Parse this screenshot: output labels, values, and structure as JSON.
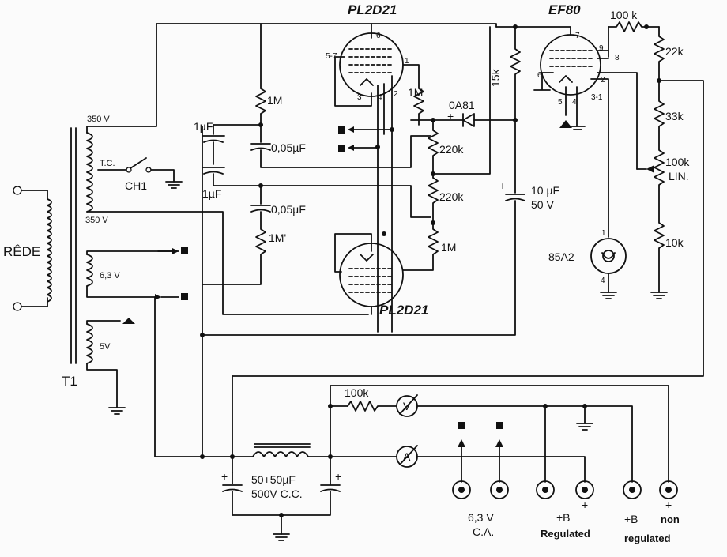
{
  "tubes": {
    "top": "PL2D21",
    "bottom": "PL2D21",
    "ef": "EF80",
    "regulator": "85A2",
    "diode": "0A81"
  },
  "transformer": {
    "name": "T1",
    "mains": "RÊDE",
    "hv_top": "350 V",
    "hv_bottom": "350 V",
    "center_tap": "T.C.",
    "switch": "CH1",
    "fil1": "6,3 V",
    "fil2": "5V"
  },
  "components": {
    "r_1m_a": "1M",
    "r_1m_b": "1M",
    "r_1m_c": "1M'",
    "r_1m_d": "1M",
    "r_220k_a": "220k",
    "r_220k_b": "220k",
    "r_15k": "15k",
    "r_100k_top": "100 k",
    "r_22k": "22k",
    "r_33k": "33k",
    "r_100k_lin_a": "100k",
    "r_100k_lin_b": "LIN.",
    "r_10k": "10k",
    "r_100k_meter": "100k",
    "c_1uf_a": "1µF",
    "c_1uf_b": "1µF",
    "c_005_a": "0,05µF",
    "c_005_b": "0,05µF",
    "c_10uf_a": "10 µF",
    "c_10uf_b": "50 V",
    "c_filter_a": "50+50µF",
    "c_filter_b": "500V C.C.",
    "meter_v": "V",
    "meter_a": "A"
  },
  "pins": {
    "p6": "6",
    "p57": "5-7",
    "p1": "1",
    "p3": "3",
    "p4": "4",
    "p2": "2",
    "e7": "7",
    "e9": "9",
    "e8": "8",
    "e6": "6",
    "e2": "2",
    "e5": "5",
    "e4": "4",
    "e31": "3-1",
    "r1": "1",
    "r4": "4"
  },
  "outputs": {
    "fil_a": "6,3 V",
    "fil_b": "C.A.",
    "reg_minus": "–",
    "reg_plus": "+",
    "reg_b": "+B",
    "reg_label": "Regulated",
    "non_minus": "–",
    "non_plus": "+",
    "non_b": "+B",
    "non_a": "non",
    "non_label": "regulated"
  },
  "polarity": {
    "plus_10uf": "+",
    "plus_c1": "+",
    "plus_c2": "+",
    "plus_diode": "+"
  }
}
